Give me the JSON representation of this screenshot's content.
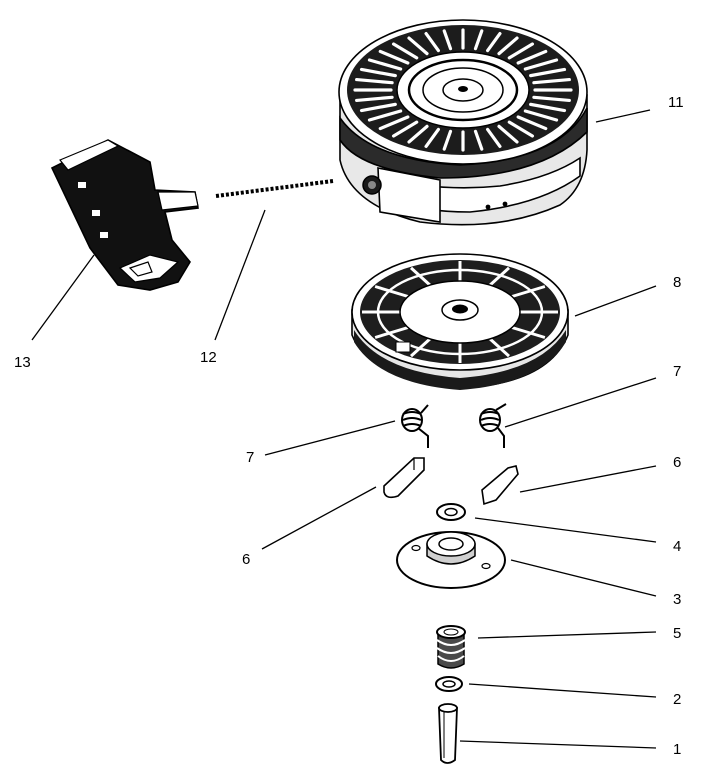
{
  "callouts": {
    "c1": "1",
    "c2": "2",
    "c3": "3",
    "c4": "4",
    "c5": "5",
    "c6_right": "6",
    "c6_left": "6",
    "c7_right": "7",
    "c7_left": "7",
    "c8": "8",
    "c11": "11",
    "c12": "12",
    "c13": "13"
  }
}
